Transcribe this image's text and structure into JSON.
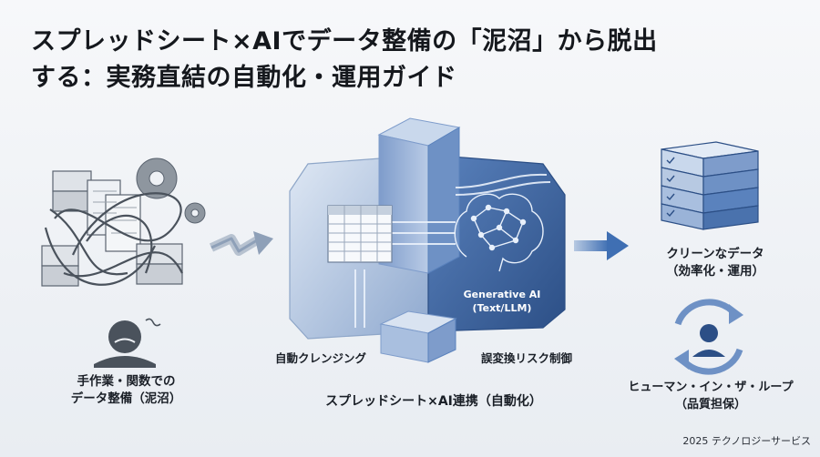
{
  "title": {
    "line1": "スプレッドシート×AIでデータ整備の「泥沼」から脱出",
    "line2": "する：実務直結の自動化・運用ガイド"
  },
  "left": {
    "line1": "手作業・関数での",
    "line2": "データ整備（泥沼）"
  },
  "center": {
    "ai_line1": "Generative AI",
    "ai_line2": "(Text/LLM)",
    "left_caption": "自動クレンジング",
    "right_caption": "誤変換リスク制御",
    "bottom_caption": "スプレッドシート×AI連携（自動化）"
  },
  "right_top": {
    "line1": "クリーンなデータ",
    "line2": "（効率化・運用）"
  },
  "right_bottom": {
    "line1": "ヒューマン・イン・ザ・ループ",
    "line2": "（品質担保）"
  },
  "footer": "2025 テクノロジーサービス",
  "colors": {
    "accent_blue": "#3f6fb3",
    "dark_blue": "#2c4f86",
    "light_blue": "#c9d8ec",
    "gray_icon": "#5b6470"
  }
}
